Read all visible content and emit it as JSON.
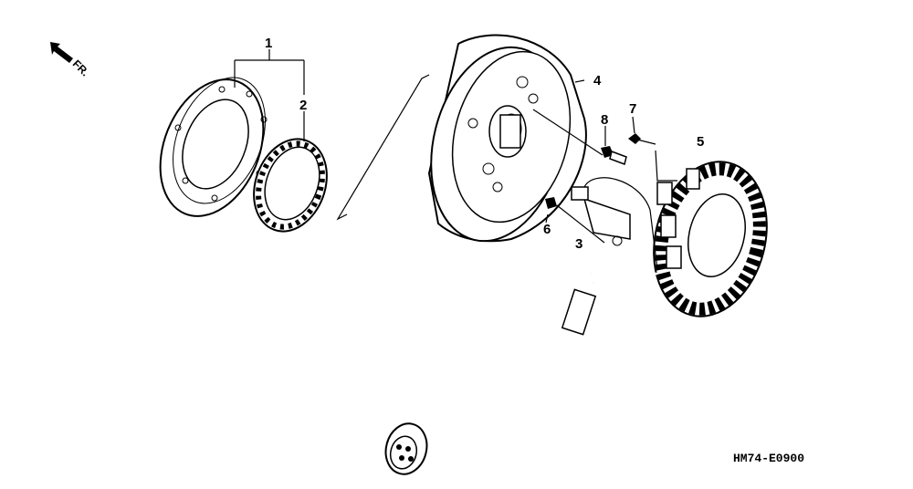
{
  "direction_marker": {
    "label": "FR."
  },
  "callouts": {
    "c1": "1",
    "c2": "2",
    "c3": "3",
    "c4": "4",
    "c5": "5",
    "c6": "6",
    "c7": "7",
    "c8": "8"
  },
  "diagram_code": "HM74-E0900"
}
